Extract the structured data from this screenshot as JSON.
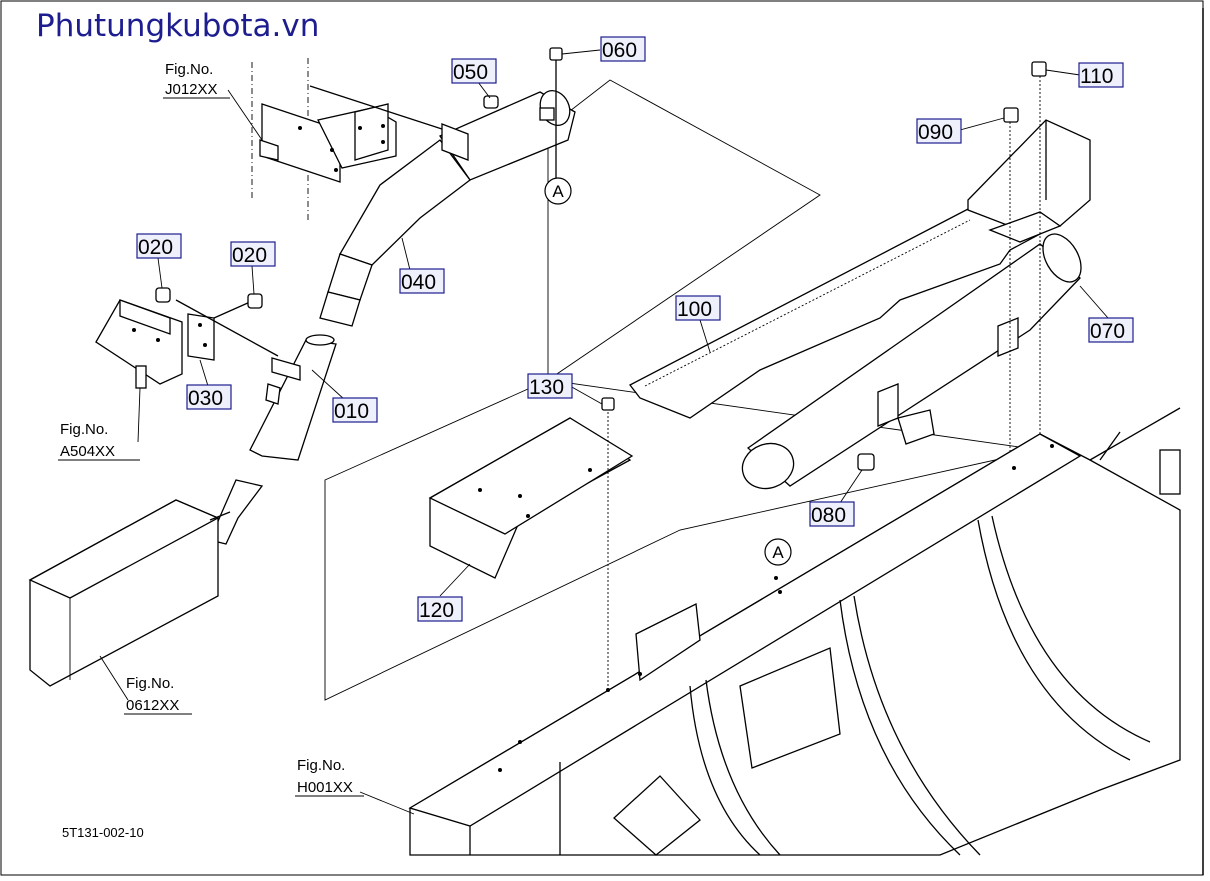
{
  "site_title": "Phutungkubota.vn",
  "drawing_number": "5T131-002-10",
  "callout_letter": "A",
  "parts": [
    {
      "id": "p010",
      "label": "010"
    },
    {
      "id": "p020a",
      "label": "020"
    },
    {
      "id": "p020b",
      "label": "020"
    },
    {
      "id": "p030",
      "label": "030"
    },
    {
      "id": "p040",
      "label": "040"
    },
    {
      "id": "p050",
      "label": "050"
    },
    {
      "id": "p060",
      "label": "060"
    },
    {
      "id": "p070",
      "label": "070"
    },
    {
      "id": "p080",
      "label": "080"
    },
    {
      "id": "p090",
      "label": "090"
    },
    {
      "id": "p100",
      "label": "100"
    },
    {
      "id": "p110",
      "label": "110"
    },
    {
      "id": "p120",
      "label": "120"
    },
    {
      "id": "p130",
      "label": "130"
    }
  ],
  "figure_refs": [
    {
      "prefix": "Fig.No.",
      "code": "J012XX"
    },
    {
      "prefix": "Fig.No.",
      "code": "A504XX"
    },
    {
      "prefix": "Fig.No.",
      "code": "0612XX"
    },
    {
      "prefix": "Fig.No.",
      "code": "H001XX"
    }
  ]
}
